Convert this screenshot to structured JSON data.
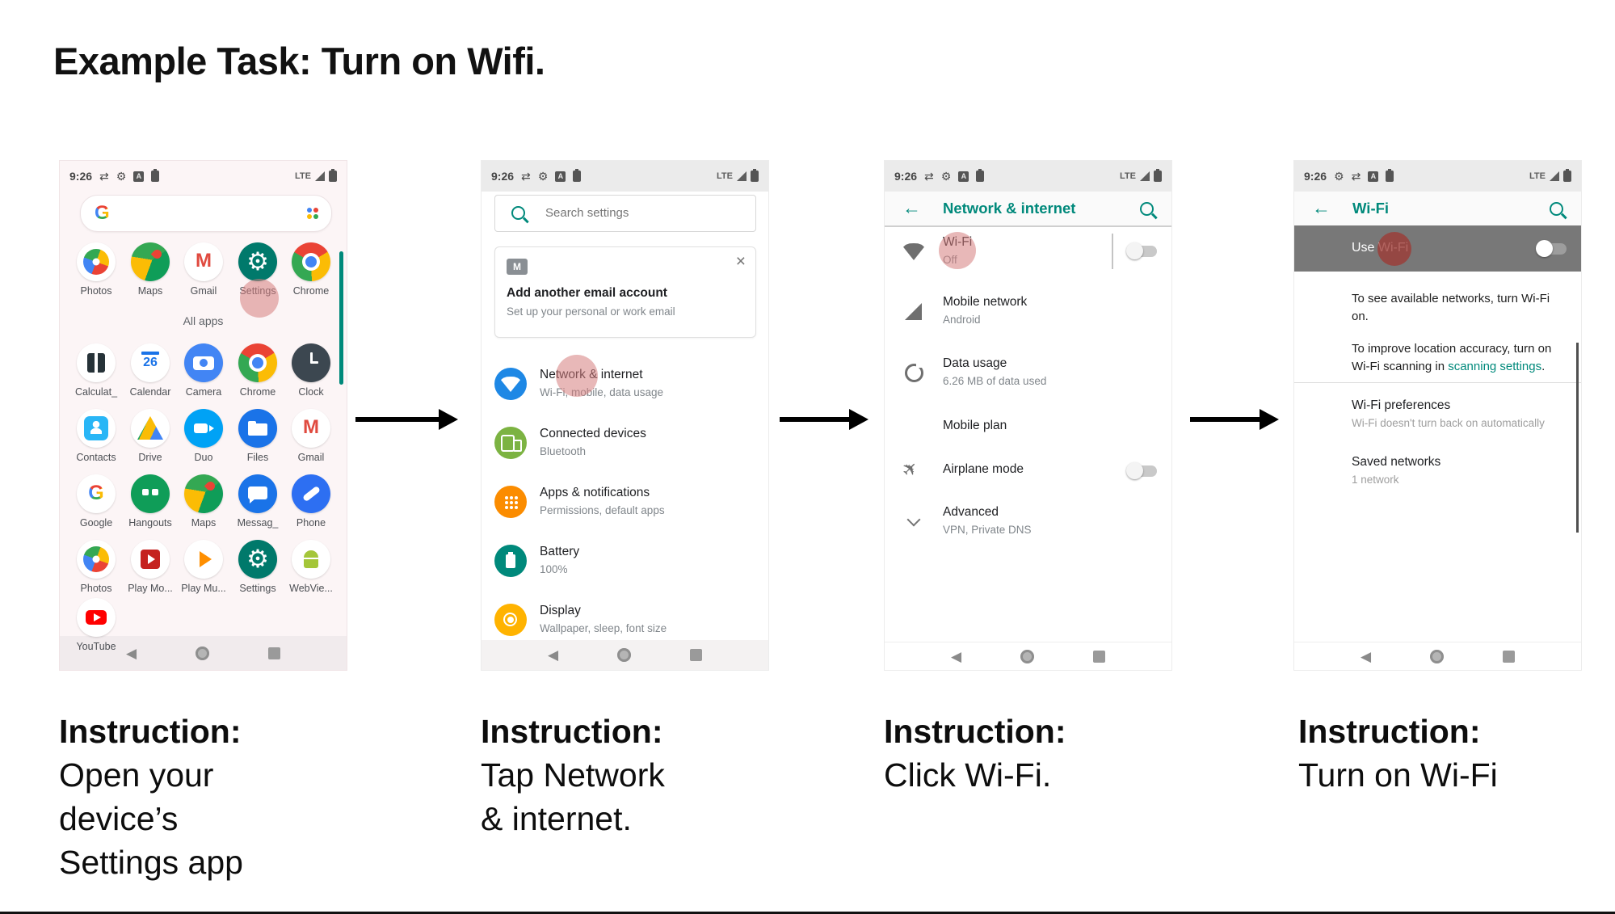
{
  "title": {
    "regular": "Example Task: ",
    "bold": "Turn on Wifi."
  },
  "status_bar": {
    "time": "9:26",
    "carrier": "LTE"
  },
  "launcher": {
    "favorites": [
      "Photos",
      "Maps",
      "Gmail",
      "Settings",
      "Chrome"
    ],
    "all_apps_label": "All apps",
    "grid": [
      [
        "Calculat_",
        "Calendar",
        "Camera",
        "Chrome",
        "Clock"
      ],
      [
        "Contacts",
        "Drive",
        "Duo",
        "Files",
        "Gmail"
      ],
      [
        "Google",
        "Hangouts",
        "Maps",
        "Messag_",
        "Phone"
      ],
      [
        "Photos",
        "Play Mo...",
        "Play Mu...",
        "Settings",
        "WebVie..."
      ]
    ],
    "youtube_label": "YouTube"
  },
  "settings_app": {
    "search_placeholder": "Search settings",
    "email_card": {
      "title": "Add another email account",
      "subtitle": "Set up your personal or work email",
      "close": "×"
    },
    "items": [
      {
        "title": "Network & internet",
        "subtitle": "Wi-Fi, mobile, data usage"
      },
      {
        "title": "Connected devices",
        "subtitle": "Bluetooth"
      },
      {
        "title": "Apps & notifications",
        "subtitle": "Permissions, default apps"
      },
      {
        "title": "Battery",
        "subtitle": "100%"
      },
      {
        "title": "Display",
        "subtitle": "Wallpaper, sleep, font size"
      }
    ]
  },
  "network_screen": {
    "title": "Network & internet",
    "back": "←",
    "items": [
      {
        "title": "Wi-Fi",
        "subtitle": "Off"
      },
      {
        "title": "Mobile network",
        "subtitle": "Android"
      },
      {
        "title": "Data usage",
        "subtitle": "6.26 MB of data used"
      },
      {
        "title": "Mobile plan",
        "subtitle": ""
      },
      {
        "title": "Airplane mode",
        "subtitle": ""
      },
      {
        "title": "Advanced",
        "subtitle": "VPN, Private DNS"
      }
    ]
  },
  "wifi_screen": {
    "title": "Wi-Fi",
    "back": "←",
    "use_wifi_label": "Use Wi-Fi",
    "para1": "To see available networks, turn Wi-Fi on.",
    "para2_prefix": "To improve location accuracy, turn on Wi-Fi scanning in ",
    "para2_link": "scanning settings",
    "para2_suffix": ".",
    "items": [
      {
        "title": "Wi-Fi preferences",
        "subtitle": "Wi-Fi doesn't turn back on automatically"
      },
      {
        "title": "Saved networks",
        "subtitle": "1 network"
      }
    ]
  },
  "nav_bar": {
    "back": "◀"
  },
  "instructions": [
    {
      "heading": "Instruction:",
      "lines": [
        "Open your",
        "device’s",
        "Settings app"
      ]
    },
    {
      "heading": "Instruction:",
      "lines": [
        "Tap Network",
        "& internet."
      ]
    },
    {
      "heading": "Instruction:",
      "lines": [
        "Click Wi-Fi."
      ]
    },
    {
      "heading": "Instruction:",
      "lines": [
        "Turn on Wi-Fi"
      ]
    }
  ],
  "colors": {
    "accent_teal": "#00897b",
    "tap_highlight": "#d57d7d",
    "banner_gray": "#787878"
  }
}
